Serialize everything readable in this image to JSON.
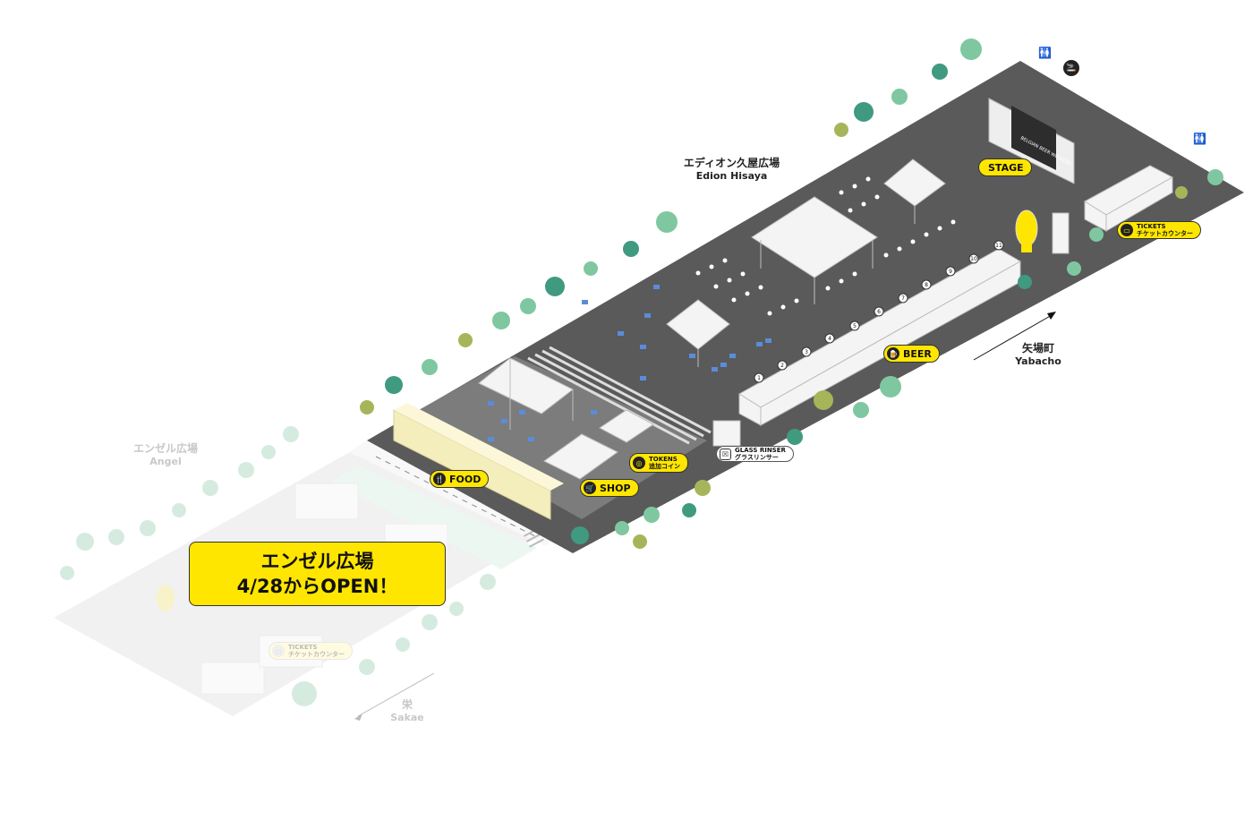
{
  "areas": {
    "edion": {
      "jp": "エディオン久屋広場",
      "en": "Edion Hisaya"
    },
    "angel": {
      "jp": "エンゼル広場",
      "en": "Angel"
    },
    "yabacho": {
      "jp": "矢場町",
      "en": "Yabacho"
    },
    "sakae": {
      "jp": "栄",
      "en": "Sakae"
    }
  },
  "labels": {
    "food": "FOOD",
    "shop": "SHOP",
    "beer": "BEER",
    "stage": "STAGE",
    "tokens_en": "TOKENS",
    "tokens_jp": "追加コイン",
    "tickets_en": "TICKETS",
    "tickets_jp": "チケットカウンター",
    "glass_en": "GLASS RINSER",
    "glass_jp": "グラスリンサー"
  },
  "banner": {
    "line1": "エンゼル広場",
    "line2": "4/28からOPEN！"
  },
  "booth_numbers": [
    "1",
    "2",
    "3",
    "4",
    "5",
    "6",
    "7",
    "8",
    "9",
    "10",
    "11"
  ],
  "stage_screen_text": "BELGIAN BEER WEEKEND",
  "icons": {
    "food": "fork-knife-icon",
    "shop": "cart-icon",
    "beer": "beer-glass-icon",
    "tokens": "coin-icon",
    "tickets": "ticket-icon",
    "glass": "glass-rinser-icon",
    "toilet": "toilet-icon",
    "smoking": "smoking-area-icon"
  },
  "colors": {
    "plaza": "#5a5a5a",
    "road": "#f0f0f0",
    "accent": "#ffe600",
    "tree_dark": "#3f9a80",
    "tree_light": "#7fc7a0",
    "tree_olive": "#a7b55a",
    "table": "#5b8cd9"
  }
}
